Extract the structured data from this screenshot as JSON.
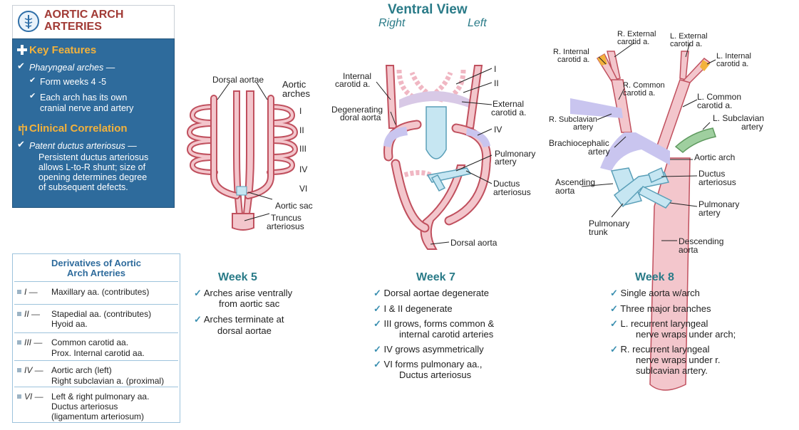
{
  "app": {
    "title_line1": "AORTIC ARCH",
    "title_line2": "ARTERIES"
  },
  "key_features": {
    "heading": "Key Features",
    "item1": "Pharyngeal arches —",
    "item1_sub1": "Form weeks 4 -5",
    "item1_sub2a": "Each arch has its own",
    "item1_sub2b": "cranial nerve and artery"
  },
  "clinical": {
    "heading": "Clinical Correlation",
    "item1": "Patent ductus arteriosus —",
    "line1": "Persistent ductus arteriosus",
    "line2": "allows  L-to-R shunt; size of",
    "line3": "opening determines degree",
    "line4": "of subsequent defects."
  },
  "derivatives": {
    "title_line1": "Derivatives of Aortic",
    "title_line2": "Arch Arteries",
    "rows": [
      {
        "num": "I —",
        "lines": [
          "Maxillary aa. (contributes)"
        ]
      },
      {
        "num": "II —",
        "lines": [
          "Stapedial aa. (contributes)",
          "Hyoid aa."
        ]
      },
      {
        "num": "III —",
        "lines": [
          "Common carotid aa.",
          "Prox. Internal carotid aa."
        ]
      },
      {
        "num": "IV —",
        "lines": [
          "Aortic arch (left)",
          "Right subclavian a. (proximal)"
        ]
      },
      {
        "num": "VI —",
        "lines": [
          "Left & right pulmonary aa.",
          "Ductus arteriosus",
          "(ligamentum arteriosum)"
        ]
      }
    ]
  },
  "header": {
    "view": "Ventral View",
    "right": "Right",
    "left": "Left"
  },
  "week5": {
    "title": "Week 5",
    "notes": [
      [
        "Arches arise ventrally",
        "from aortic sac"
      ],
      [
        "Arches terminate at",
        "dorsal aortae"
      ]
    ],
    "labels": {
      "dorsal_aortae": "Dorsal aortae",
      "aortic_arches_1": "Aortic",
      "aortic_arches_2": "arches",
      "n1": "I",
      "n2": "II",
      "n3": "III",
      "n4": "IV",
      "n6": "VI",
      "aortic_sac": "Aortic sac",
      "truncus_1": "Truncus",
      "truncus_2": "arteriosus"
    }
  },
  "week7": {
    "title": "Week 7",
    "notes": [
      [
        "Dorsal aortae degenerate"
      ],
      [
        "I & II degenerate"
      ],
      [
        "III grows, forms common &",
        "internal carotid arteries"
      ],
      [
        "IV grows asymmetrically"
      ],
      [
        "VI forms pulmonary aa.,",
        "Ductus arteriosus"
      ]
    ],
    "labels": {
      "internal_carotid_1": "Internal",
      "internal_carotid_2": "carotid a.",
      "degenerating_1": "Degenerating",
      "degenerating_2": "doral aorta",
      "n1": "I",
      "n2": "II",
      "n4": "IV",
      "external_carotid_1": "External",
      "external_carotid_2": "carotid a.",
      "pulmonary_1": "Pulmonary",
      "pulmonary_2": "artery",
      "ductus_1": "Ductus",
      "ductus_2": "arteriosus",
      "dorsal_aorta": "Dorsal aorta"
    }
  },
  "week8": {
    "title": "Week 8",
    "notes": [
      [
        "Single aorta w/arch"
      ],
      [
        "Three major branches"
      ],
      [
        "L. recurrent laryngeal",
        "nerve wraps under arch;"
      ],
      [
        "R. recurrent laryngeal",
        "nerve wraps under r.",
        "sublcavian artery."
      ]
    ],
    "labels": {
      "r_ext_carotid_1": "R. External",
      "r_ext_carotid_2": "carotid a.",
      "l_ext_carotid_1": "L. External",
      "l_ext_carotid_2": "carotid a.",
      "r_int_carotid_1": "R. Internal",
      "r_int_carotid_2": "carotid a.",
      "l_int_carotid_1": "L. Internal",
      "l_int_carotid_2": "carotid a.",
      "r_common_1": "R. Common",
      "r_common_2": "carotid a.",
      "l_common_1": "L. Common",
      "l_common_2": "carotid a.",
      "r_subclavian_1": "R. Subclavian",
      "r_subclavian_2": "artery",
      "l_subclavian_1": "L. Subclavian",
      "l_subclavian_2": "artery",
      "brachio_1": "Brachiocephalic",
      "brachio_2": "artery",
      "aortic_arch": "Aortic arch",
      "ascending_1": "Ascending",
      "ascending_2": "aorta",
      "ductus_1": "Ductus",
      "ductus_2": "arteriosus",
      "pulm_artery_1": "Pulmonary",
      "pulm_artery_2": "artery",
      "pulm_trunk_1": "Pulmonary",
      "pulm_trunk_2": "trunk",
      "descending_1": "Descending",
      "descending_2": "aorta"
    }
  },
  "colors": {
    "artery": "#f3c6cc",
    "artery_edge": "#c0505e",
    "arch_purple": "#c9c5ef",
    "pulm_blue": "#c6e6f2",
    "accent_teal": "#2a7b88",
    "panel_blue": "#2e6b9c",
    "highlight_orange": "#f3b23c"
  }
}
